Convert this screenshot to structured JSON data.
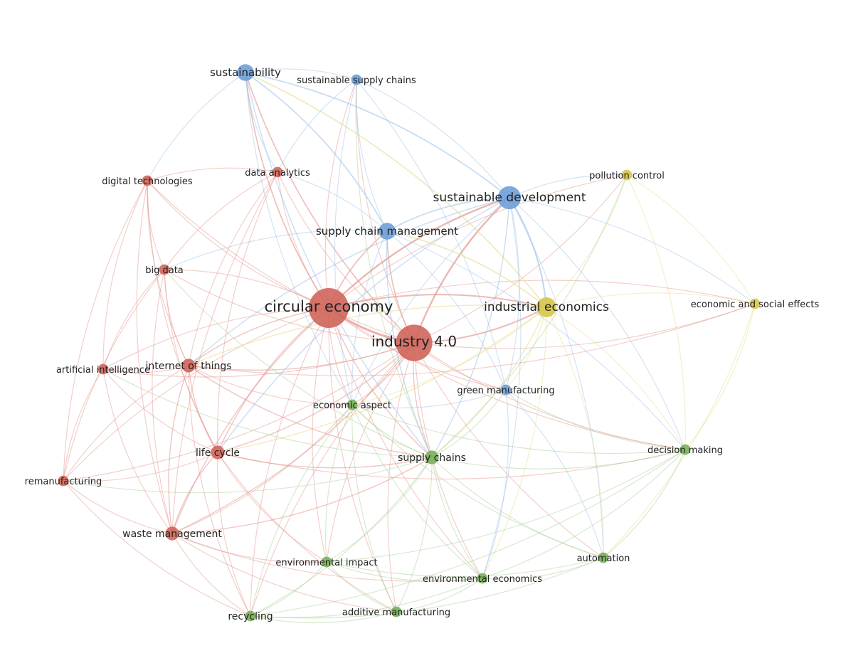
{
  "clusters": {
    "red": {
      "color": "#d0655a",
      "edge": "#e3968d"
    },
    "blue": {
      "color": "#6e9fd8",
      "edge": "#9fc1e8"
    },
    "green": {
      "color": "#78b05a",
      "edge": "#a9cf95"
    },
    "yellow": {
      "color": "#d6c74a",
      "edge": "#e6dc8c"
    }
  },
  "nodes": [
    {
      "id": "circular-economy",
      "label": "circular economy",
      "cluster": "red",
      "weight": 10
    },
    {
      "id": "industry-4-0",
      "label": "industry 4.0",
      "cluster": "red",
      "weight": 9
    },
    {
      "id": "internet-of-things",
      "label": "internet of things",
      "cluster": "red",
      "weight": 3
    },
    {
      "id": "life-cycle",
      "label": "life cycle",
      "cluster": "red",
      "weight": 3
    },
    {
      "id": "waste-management",
      "label": "waste management",
      "cluster": "red",
      "weight": 3
    },
    {
      "id": "big-data",
      "label": "big data",
      "cluster": "red",
      "weight": 2
    },
    {
      "id": "digital-technologies",
      "label": "digital technologies",
      "cluster": "red",
      "weight": 2
    },
    {
      "id": "data-analytics",
      "label": "data analytics",
      "cluster": "red",
      "weight": 2
    },
    {
      "id": "artificial-intelligence",
      "label": "artificial intelligence",
      "cluster": "red",
      "weight": 2
    },
    {
      "id": "remanufacturing",
      "label": "remanufacturing",
      "cluster": "red",
      "weight": 2
    },
    {
      "id": "sustainability",
      "label": "sustainability",
      "cluster": "blue",
      "weight": 4
    },
    {
      "id": "sustainable-supply-chains",
      "label": "sustainable supply chains",
      "cluster": "blue",
      "weight": 2
    },
    {
      "id": "sustainable-development",
      "label": "sustainable development",
      "cluster": "blue",
      "weight": 6
    },
    {
      "id": "supply-chain-management",
      "label": "supply chain management",
      "cluster": "blue",
      "weight": 4
    },
    {
      "id": "green-manufacturing",
      "label": "green manufacturing",
      "cluster": "blue",
      "weight": 2
    },
    {
      "id": "industrial-economics",
      "label": "industrial economics",
      "cluster": "yellow",
      "weight": 5
    },
    {
      "id": "pollution-control",
      "label": "pollution control",
      "cluster": "yellow",
      "weight": 2
    },
    {
      "id": "economic-and-social-effects",
      "label": "economic and social effects",
      "cluster": "yellow",
      "weight": 2
    },
    {
      "id": "economic-aspect",
      "label": "economic aspect",
      "cluster": "green",
      "weight": 2
    },
    {
      "id": "supply-chains",
      "label": "supply chains",
      "cluster": "green",
      "weight": 3
    },
    {
      "id": "decision-making",
      "label": "decision making",
      "cluster": "green",
      "weight": 2
    },
    {
      "id": "environmental-impact",
      "label": "environmental impact",
      "cluster": "green",
      "weight": 2
    },
    {
      "id": "environmental-economics",
      "label": "environmental economics",
      "cluster": "green",
      "weight": 2
    },
    {
      "id": "automation",
      "label": "automation",
      "cluster": "green",
      "weight": 2
    },
    {
      "id": "recycling",
      "label": "recycling",
      "cluster": "green",
      "weight": 2
    },
    {
      "id": "additive-manufacturing",
      "label": "additive manufacturing",
      "cluster": "green",
      "weight": 2
    }
  ],
  "links": [
    [
      "circular-economy",
      "industry-4-0"
    ],
    [
      "circular-economy",
      "sustainability"
    ],
    [
      "circular-economy",
      "sustainable-development"
    ],
    [
      "circular-economy",
      "supply-chain-management"
    ],
    [
      "circular-economy",
      "industrial-economics"
    ],
    [
      "circular-economy",
      "internet-of-things"
    ],
    [
      "circular-economy",
      "life-cycle"
    ],
    [
      "circular-economy",
      "waste-management"
    ],
    [
      "circular-economy",
      "big-data"
    ],
    [
      "circular-economy",
      "digital-technologies"
    ],
    [
      "circular-economy",
      "data-analytics"
    ],
    [
      "circular-economy",
      "artificial-intelligence"
    ],
    [
      "circular-economy",
      "remanufacturing"
    ],
    [
      "circular-economy",
      "economic-aspect"
    ],
    [
      "circular-economy",
      "supply-chains"
    ],
    [
      "circular-economy",
      "recycling"
    ],
    [
      "circular-economy",
      "environmental-impact"
    ],
    [
      "circular-economy",
      "additive-manufacturing"
    ],
    [
      "circular-economy",
      "sustainable-supply-chains"
    ],
    [
      "circular-economy",
      "green-manufacturing"
    ],
    [
      "circular-economy",
      "decision-making"
    ],
    [
      "circular-economy",
      "pollution-control"
    ],
    [
      "circular-economy",
      "economic-and-social-effects"
    ],
    [
      "circular-economy",
      "environmental-economics"
    ],
    [
      "industry-4-0",
      "sustainability"
    ],
    [
      "industry-4-0",
      "sustainable-development"
    ],
    [
      "industry-4-0",
      "supply-chain-management"
    ],
    [
      "industry-4-0",
      "industrial-economics"
    ],
    [
      "industry-4-0",
      "internet-of-things"
    ],
    [
      "industry-4-0",
      "life-cycle"
    ],
    [
      "industry-4-0",
      "waste-management"
    ],
    [
      "industry-4-0",
      "big-data"
    ],
    [
      "industry-4-0",
      "digital-technologies"
    ],
    [
      "industry-4-0",
      "data-analytics"
    ],
    [
      "industry-4-0",
      "economic-aspect"
    ],
    [
      "industry-4-0",
      "supply-chains"
    ],
    [
      "industry-4-0",
      "decision-making"
    ],
    [
      "industry-4-0",
      "environmental-economics"
    ],
    [
      "industry-4-0",
      "automation"
    ],
    [
      "industry-4-0",
      "recycling"
    ],
    [
      "industry-4-0",
      "additive-manufacturing"
    ],
    [
      "industry-4-0",
      "green-manufacturing"
    ],
    [
      "industry-4-0",
      "sustainable-supply-chains"
    ],
    [
      "industry-4-0",
      "economic-and-social-effects"
    ],
    [
      "industry-4-0",
      "pollution-control"
    ],
    [
      "industry-4-0",
      "environmental-impact"
    ],
    [
      "industry-4-0",
      "artificial-intelligence"
    ],
    [
      "industry-4-0",
      "remanufacturing"
    ],
    [
      "sustainability",
      "sustainable-supply-chains"
    ],
    [
      "sustainability",
      "sustainable-development"
    ],
    [
      "sustainability",
      "supply-chain-management"
    ],
    [
      "sustainability",
      "industrial-economics"
    ],
    [
      "sustainability",
      "data-analytics"
    ],
    [
      "sustainability",
      "digital-technologies"
    ],
    [
      "sustainability",
      "supply-chains"
    ],
    [
      "sustainability",
      "economic-aspect"
    ],
    [
      "sustainable-supply-chains",
      "sustainable-development"
    ],
    [
      "sustainable-supply-chains",
      "supply-chain-management"
    ],
    [
      "sustainable-supply-chains",
      "data-analytics"
    ],
    [
      "sustainable-supply-chains",
      "supply-chains"
    ],
    [
      "sustainable-supply-chains",
      "green-manufacturing"
    ],
    [
      "sustainable-supply-chains",
      "economic-aspect"
    ],
    [
      "sustainable-development",
      "supply-chain-management"
    ],
    [
      "sustainable-development",
      "industrial-economics"
    ],
    [
      "sustainable-development",
      "pollution-control"
    ],
    [
      "sustainable-development",
      "economic-and-social-effects"
    ],
    [
      "sustainable-development",
      "green-manufacturing"
    ],
    [
      "sustainable-development",
      "decision-making"
    ],
    [
      "sustainable-development",
      "supply-chains"
    ],
    [
      "sustainable-development",
      "economic-aspect"
    ],
    [
      "sustainable-development",
      "internet-of-things"
    ],
    [
      "sustainable-development",
      "life-cycle"
    ],
    [
      "sustainable-development",
      "environmental-economics"
    ],
    [
      "sustainable-development",
      "automation"
    ],
    [
      "supply-chain-management",
      "industrial-economics"
    ],
    [
      "supply-chain-management",
      "big-data"
    ],
    [
      "supply-chain-management",
      "data-analytics"
    ],
    [
      "supply-chain-management",
      "supply-chains"
    ],
    [
      "supply-chain-management",
      "green-manufacturing"
    ],
    [
      "supply-chain-management",
      "economic-aspect"
    ],
    [
      "supply-chain-management",
      "decision-making"
    ],
    [
      "industrial-economics",
      "pollution-control"
    ],
    [
      "industrial-economics",
      "economic-and-social-effects"
    ],
    [
      "industrial-economics",
      "economic-aspect"
    ],
    [
      "industrial-economics",
      "supply-chains"
    ],
    [
      "industrial-economics",
      "decision-making"
    ],
    [
      "industrial-economics",
      "environmental-economics"
    ],
    [
      "industrial-economics",
      "automation"
    ],
    [
      "industrial-economics",
      "internet-of-things"
    ],
    [
      "industrial-economics",
      "life-cycle"
    ],
    [
      "industrial-economics",
      "green-manufacturing"
    ],
    [
      "pollution-control",
      "economic-and-social-effects"
    ],
    [
      "pollution-control",
      "decision-making"
    ],
    [
      "pollution-control",
      "supply-chains"
    ],
    [
      "economic-and-social-effects",
      "decision-making"
    ],
    [
      "economic-and-social-effects",
      "internet-of-things"
    ],
    [
      "economic-and-social-effects",
      "automation"
    ],
    [
      "digital-technologies",
      "big-data"
    ],
    [
      "digital-technologies",
      "internet-of-things"
    ],
    [
      "digital-technologies",
      "life-cycle"
    ],
    [
      "digital-technologies",
      "waste-management"
    ],
    [
      "digital-technologies",
      "artificial-intelligence"
    ],
    [
      "digital-technologies",
      "data-analytics"
    ],
    [
      "digital-technologies",
      "remanufacturing"
    ],
    [
      "data-analytics",
      "big-data"
    ],
    [
      "data-analytics",
      "internet-of-things"
    ],
    [
      "data-analytics",
      "life-cycle"
    ],
    [
      "data-analytics",
      "waste-management"
    ],
    [
      "big-data",
      "internet-of-things"
    ],
    [
      "big-data",
      "life-cycle"
    ],
    [
      "big-data",
      "waste-management"
    ],
    [
      "big-data",
      "artificial-intelligence"
    ],
    [
      "big-data",
      "remanufacturing"
    ],
    [
      "big-data",
      "supply-chains"
    ],
    [
      "internet-of-things",
      "life-cycle"
    ],
    [
      "internet-of-things",
      "waste-management"
    ],
    [
      "internet-of-things",
      "artificial-intelligence"
    ],
    [
      "internet-of-things",
      "remanufacturing"
    ],
    [
      "internet-of-things",
      "supply-chains"
    ],
    [
      "internet-of-things",
      "economic-aspect"
    ],
    [
      "internet-of-things",
      "recycling"
    ],
    [
      "artificial-intelligence",
      "life-cycle"
    ],
    [
      "artificial-intelligence",
      "waste-management"
    ],
    [
      "artificial-intelligence",
      "remanufacturing"
    ],
    [
      "artificial-intelligence",
      "supply-chains"
    ],
    [
      "life-cycle",
      "waste-management"
    ],
    [
      "life-cycle",
      "remanufacturing"
    ],
    [
      "life-cycle",
      "recycling"
    ],
    [
      "life-cycle",
      "supply-chains"
    ],
    [
      "life-cycle",
      "environmental-impact"
    ],
    [
      "life-cycle",
      "additive-manufacturing"
    ],
    [
      "life-cycle",
      "decision-making"
    ],
    [
      "remanufacturing",
      "waste-management"
    ],
    [
      "remanufacturing",
      "recycling"
    ],
    [
      "remanufacturing",
      "supply-chains"
    ],
    [
      "waste-management",
      "recycling"
    ],
    [
      "waste-management",
      "environmental-impact"
    ],
    [
      "waste-management",
      "supply-chains"
    ],
    [
      "waste-management",
      "environmental-economics"
    ],
    [
      "waste-management",
      "additive-manufacturing"
    ],
    [
      "waste-management",
      "economic-aspect"
    ],
    [
      "economic-aspect",
      "supply-chains"
    ],
    [
      "economic-aspect",
      "recycling"
    ],
    [
      "economic-aspect",
      "environmental-impact"
    ],
    [
      "economic-aspect",
      "environmental-economics"
    ],
    [
      "economic-aspect",
      "additive-manufacturing"
    ],
    [
      "economic-aspect",
      "automation"
    ],
    [
      "economic-aspect",
      "decision-making"
    ],
    [
      "supply-chains",
      "decision-making"
    ],
    [
      "supply-chains",
      "environmental-impact"
    ],
    [
      "supply-chains",
      "environmental-economics"
    ],
    [
      "supply-chains",
      "automation"
    ],
    [
      "supply-chains",
      "recycling"
    ],
    [
      "supply-chains",
      "additive-manufacturing"
    ],
    [
      "supply-chains",
      "green-manufacturing"
    ],
    [
      "decision-making",
      "automation"
    ],
    [
      "decision-making",
      "environmental-economics"
    ],
    [
      "decision-making",
      "recycling"
    ],
    [
      "decision-making",
      "environmental-impact"
    ],
    [
      "decision-making",
      "green-manufacturing"
    ],
    [
      "environmental-impact",
      "recycling"
    ],
    [
      "environmental-impact",
      "additive-manufacturing"
    ],
    [
      "environmental-impact",
      "environmental-economics"
    ],
    [
      "environmental-impact",
      "automation"
    ],
    [
      "environmental-economics",
      "recycling"
    ],
    [
      "environmental-economics",
      "automation"
    ],
    [
      "environmental-economics",
      "additive-manufacturing"
    ],
    [
      "recycling",
      "additive-manufacturing"
    ],
    [
      "recycling",
      "automation"
    ],
    [
      "green-manufacturing",
      "economic-aspect"
    ],
    [
      "green-manufacturing",
      "environmental-economics"
    ],
    [
      "green-manufacturing",
      "automation"
    ]
  ]
}
